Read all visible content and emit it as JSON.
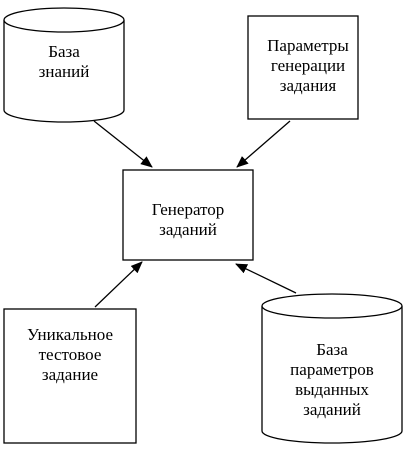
{
  "nodes": {
    "knowledge_base": {
      "lines": [
        "База",
        "знаний"
      ]
    },
    "task_params": {
      "lines": [
        "Параметры",
        "генерации",
        "задания"
      ]
    },
    "generator": {
      "lines": [
        "Генератор",
        "заданий"
      ]
    },
    "unique_test": {
      "lines": [
        "Уникальное",
        "тестовое",
        "задание"
      ]
    },
    "issued_params": {
      "lines": [
        "База",
        "параметров",
        "выданных",
        "заданий"
      ]
    }
  },
  "colors": {
    "stroke": "#000000",
    "fill": "#ffffff",
    "text": "#000000"
  }
}
